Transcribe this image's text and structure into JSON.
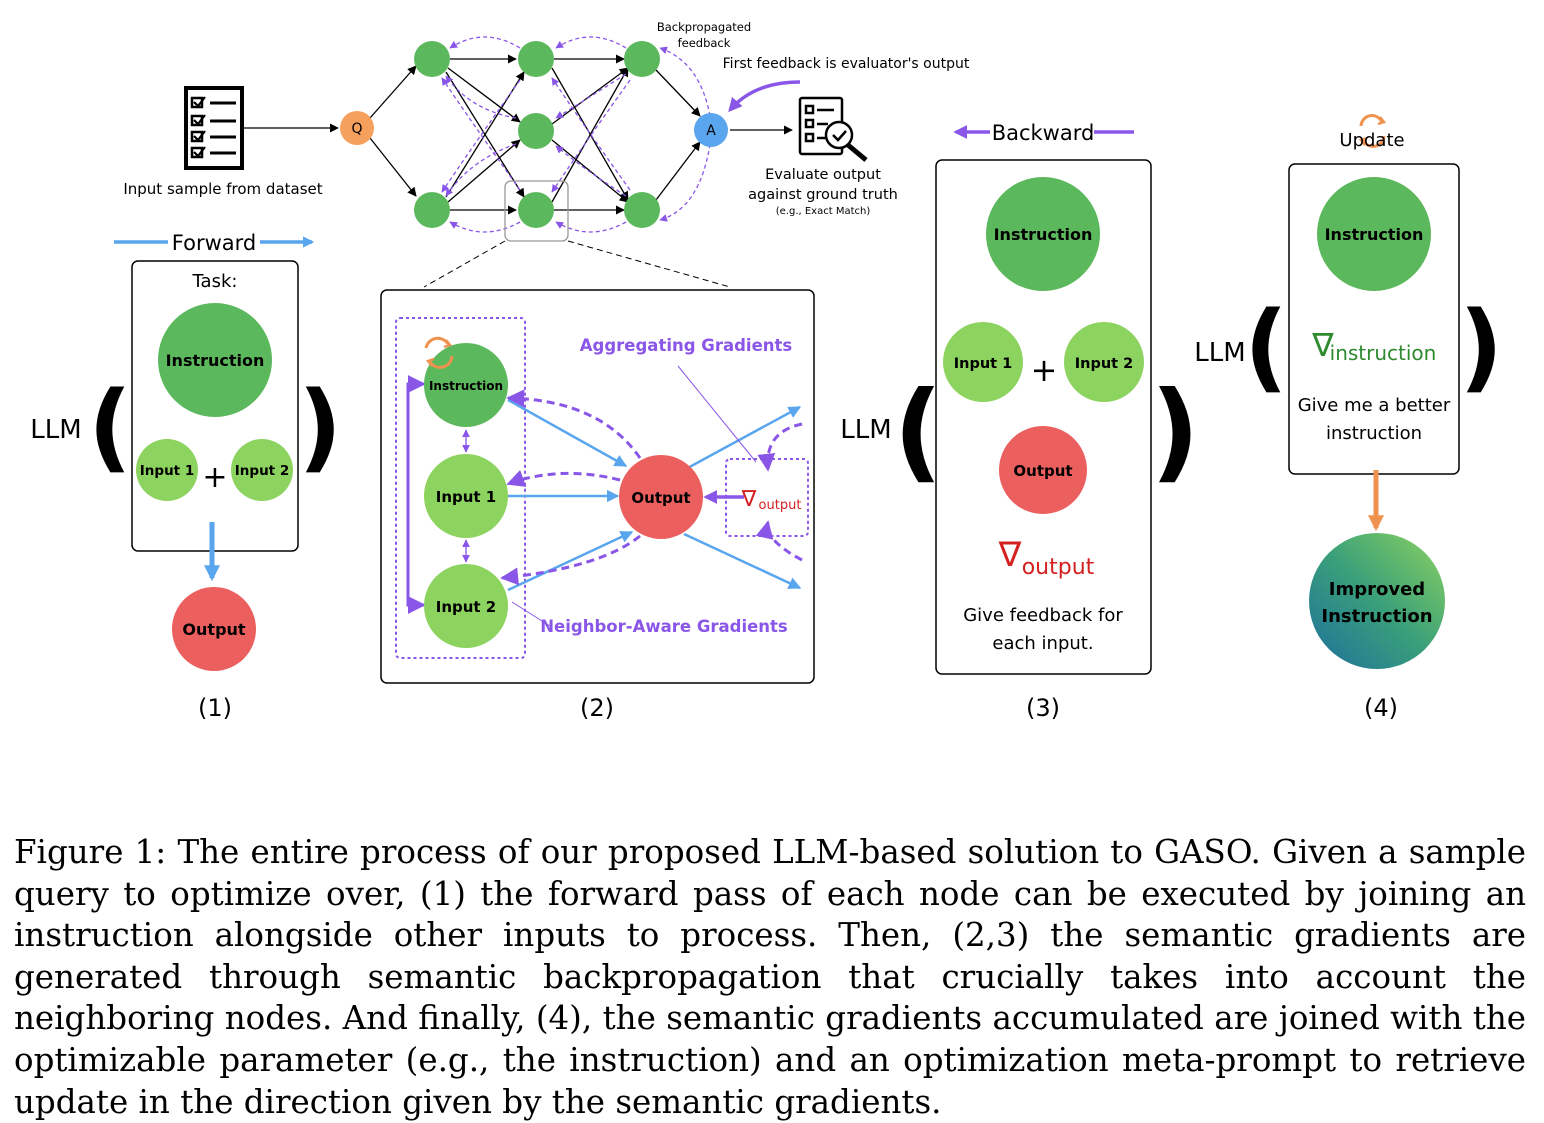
{
  "colors": {
    "node_green": "#5cb85c",
    "input_green": "#8dd35f",
    "output_red": "#ec5f5f",
    "query_orange": "#f6a05d",
    "answer_blue": "#5aa6ee",
    "forward_blue": "#5aa6ee",
    "feedback_purple": "#8a56e8",
    "update_orange": "#f0924f",
    "gradient_red": "#d42020",
    "gradient_green": "#2e8a2e"
  },
  "network": {
    "input_label": "Input sample from dataset",
    "query_label": "Q",
    "answer_label": "A",
    "backprop_label_1": "Backpropagated",
    "backprop_label_2": "feedback",
    "first_feedback_label": "First feedback is evaluator's output",
    "evaluate_label_1": "Evaluate output",
    "evaluate_label_2": "against ground truth",
    "evaluate_label_3": "(e.g., Exact Match)"
  },
  "panel1": {
    "arrow_label": "Forward",
    "llm": "LLM",
    "task": "Task:",
    "instruction": "Instruction",
    "input1": "Input 1",
    "input2": "Input 2",
    "plus": "+",
    "output": "Output",
    "number": "(1)"
  },
  "panel2": {
    "instruction": "Instruction",
    "input1": "Input 1",
    "input2": "Input 2",
    "output": "Output",
    "aggregating": "Aggregating Gradients",
    "neighbor": "Neighbor-Aware Gradients",
    "nabla": "∇",
    "nabla_sub": "output",
    "number": "(2)"
  },
  "panel3": {
    "arrow_label": "Backward",
    "llm": "LLM",
    "instruction": "Instruction",
    "input1": "Input 1",
    "input2": "Input 2",
    "plus": "+",
    "output": "Output",
    "nabla": "∇",
    "nabla_sub": "output",
    "feedback_1": "Give feedback for",
    "feedback_2": "each input.",
    "number": "(3)"
  },
  "panel4": {
    "update_label": "Update",
    "llm": "LLM",
    "instruction": "Instruction",
    "nabla": "∇",
    "nabla_sub": "instruction",
    "prompt_1": "Give me a better",
    "prompt_2": "instruction",
    "improved_1": "Improved",
    "improved_2": "Instruction",
    "number": "(4)"
  },
  "caption": "Figure 1: The entire process of our proposed LLM-based solution to GASO. Given a sample query to optimize over, (1) the forward pass of each node can be executed by joining an instruction alongside other inputs to process. Then, (2,3) the semantic gradients are generated through semantic backpropagation that crucially takes into account the neighboring nodes. And finally, (4), the semantic gradients accumulated are joined with the optimizable parameter (e.g., the instruction) and an optimization meta-prompt to retrieve update in the direction given by the semantic gradients."
}
